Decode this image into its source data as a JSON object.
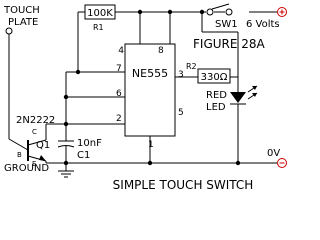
{
  "figure_label": "FIGURE 28A",
  "title": "SIMPLE TOUCH SWITCH",
  "touch_plate": {
    "line1": "TOUCH",
    "line2": "PLATE"
  },
  "ic": {
    "name": "NE555",
    "pins": {
      "p4": "4",
      "p8": "8",
      "p7": "7",
      "p6": "6",
      "p2": "2",
      "p3": "3",
      "p5": "5",
      "p1": "1"
    }
  },
  "r1": {
    "value": "100K",
    "ref": "R1"
  },
  "r2": {
    "value": "330Ω",
    "ref": "R2"
  },
  "switch": {
    "ref": "SW1",
    "voltage": "6 Volts"
  },
  "led": {
    "line1": "RED",
    "line2": "LED"
  },
  "transistor": {
    "part": "2N2222",
    "ref": "Q1",
    "pin_c": "C",
    "pin_b": "B",
    "pin_e": "E"
  },
  "capacitor": {
    "value": "10nF",
    "ref": "C1"
  },
  "ground_label": "GROUND",
  "zero_volt": "0V",
  "colors": {
    "line": "#000000",
    "supply_text": "#cc0000",
    "background": "#ffffff"
  }
}
